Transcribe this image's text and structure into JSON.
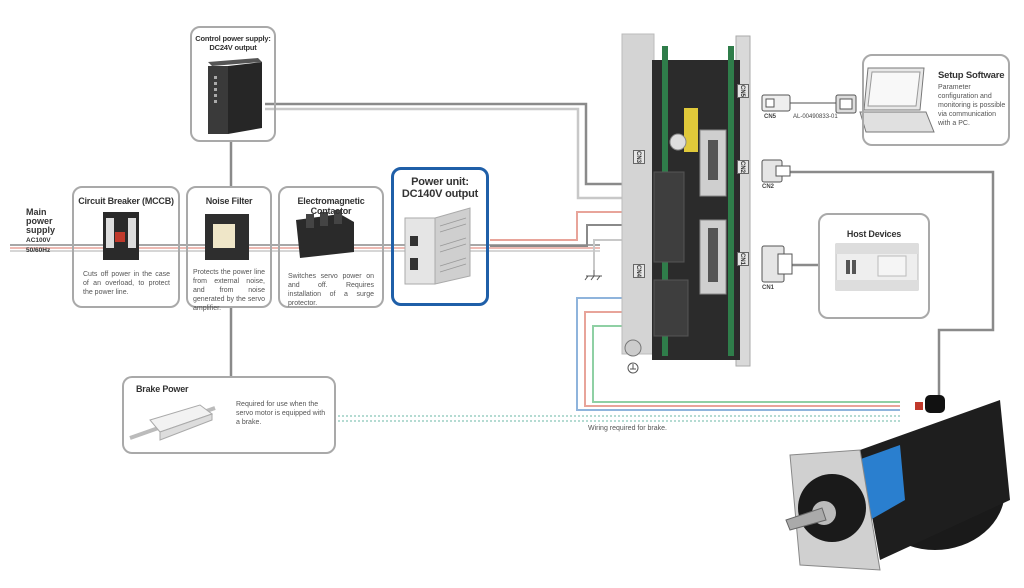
{
  "main_power_supply": {
    "label_lines": [
      "Main",
      "power",
      "supply"
    ],
    "spec_lines": [
      "AC100V",
      "50/60Hz"
    ]
  },
  "components": {
    "circuit_breaker": {
      "title": "Circuit Breaker (MCCB)",
      "description": "Cuts off power in the case of an overload, to protect the power line."
    },
    "noise_filter": {
      "title": "Noise Filter",
      "description": "Protects the power line from external noise, and from noise generated by the servo amplifier."
    },
    "electromagnetic_contactor": {
      "title": "Electromagnetic Contactor",
      "description": "Switches servo power on and off. Requires installation of a surge protector."
    },
    "power_unit": {
      "title_lines": [
        "Power unit:",
        "DC140V output"
      ],
      "accent_color": "#1f5fa8"
    },
    "control_power_supply": {
      "title_lines": [
        "Control power supply:",
        "DC24V output"
      ]
    },
    "brake_power": {
      "title": "Brake Power",
      "description": "Required for use when the servo motor is equipped with a brake."
    },
    "setup_software": {
      "title": "Setup Software",
      "description": "Parameter configuration and monitoring is possible via communication with a PC."
    },
    "host_devices": {
      "title": "Host Devices"
    }
  },
  "servo_amplifier": {
    "connectors": [
      "CN5",
      "CN2",
      "CN1",
      "CN3",
      "CN4"
    ]
  },
  "connector_labels": {
    "cn5": "CN5",
    "cn2": "CN2",
    "cn1": "CN1",
    "cable_part_number": "AL-00490833-01"
  },
  "notes": {
    "brake_wiring": "Wiring required for brake."
  },
  "wire_colors": {
    "gray": "#8a8a8a",
    "light_gray": "#c8c8c8",
    "red": "#e8a49a",
    "blue": "#8fb4dc",
    "green": "#8fd0a4",
    "brake_dots": "#9ccfc4"
  }
}
